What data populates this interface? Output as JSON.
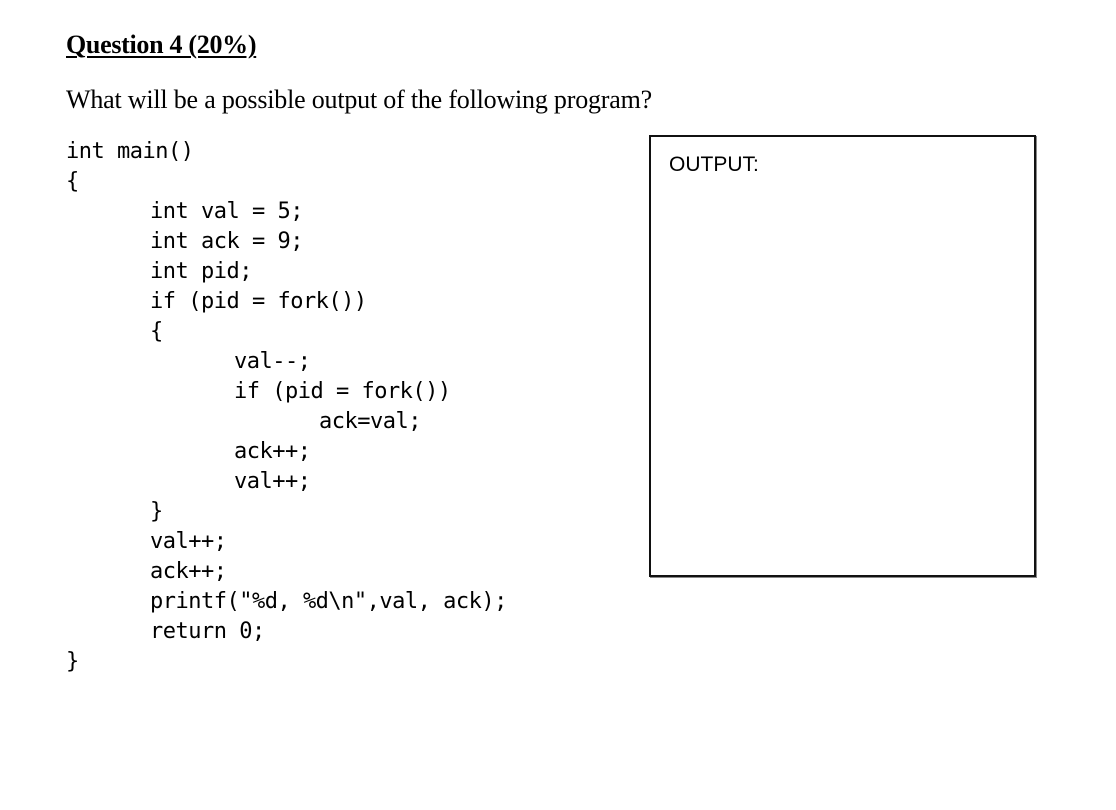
{
  "question": {
    "heading": "Question 4 (20%)",
    "prompt": "What will be a possible output of the following program?"
  },
  "code": {
    "lines": [
      {
        "indent": 0,
        "text": "int main()"
      },
      {
        "indent": 0,
        "text": "{"
      },
      {
        "indent": 1,
        "text": "int val = 5;"
      },
      {
        "indent": 1,
        "text": "int ack = 9;"
      },
      {
        "indent": 1,
        "text": "int pid;"
      },
      {
        "indent": 1,
        "text": "if (pid = fork())"
      },
      {
        "indent": 1,
        "text": "{"
      },
      {
        "indent": 2,
        "text": "val--;"
      },
      {
        "indent": 2,
        "text": "if (pid = fork())"
      },
      {
        "indent": 3,
        "text": "ack=val;"
      },
      {
        "indent": 2,
        "text": "ack++;"
      },
      {
        "indent": 2,
        "text": "val++;"
      },
      {
        "indent": 1,
        "text": "}"
      },
      {
        "indent": 1,
        "text": "val++;"
      },
      {
        "indent": 1,
        "text": "ack++;"
      },
      {
        "indent": 1,
        "text": "printf(\"%d, %d\\n\",val, ack);"
      },
      {
        "indent": 1,
        "text": "return 0;"
      },
      {
        "indent": 0,
        "text": "}"
      }
    ]
  },
  "output_box": {
    "label": "OUTPUT:",
    "answer": ""
  }
}
